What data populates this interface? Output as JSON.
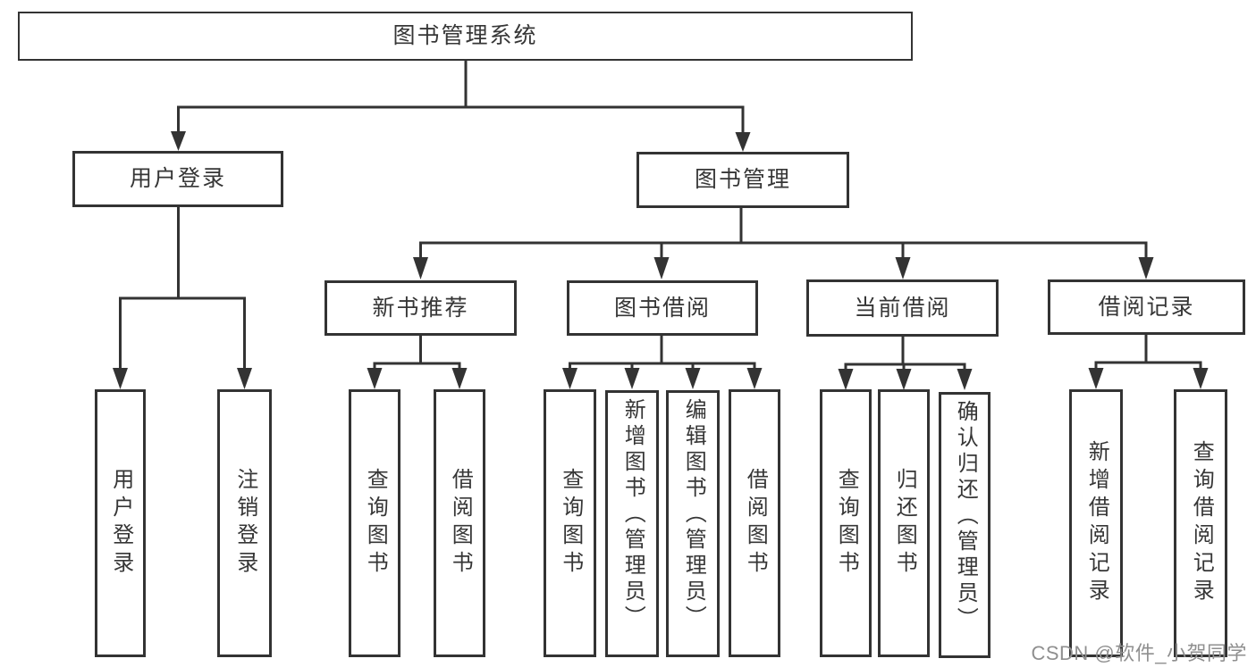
{
  "tree": {
    "label": "图书管理系统",
    "children": [
      {
        "label": "用户登录",
        "children": [
          {
            "label": "用户登录"
          },
          {
            "label": "注销登录"
          }
        ]
      },
      {
        "label": "图书管理",
        "children": [
          {
            "label": "新书推荐",
            "children": [
              {
                "label": "查询图书"
              },
              {
                "label": "借阅图书"
              }
            ]
          },
          {
            "label": "图书借阅",
            "children": [
              {
                "label": "查询图书"
              },
              {
                "label": "新增图书（管理员）"
              },
              {
                "label": "编辑图书（管理员）"
              },
              {
                "label": "借阅图书"
              }
            ]
          },
          {
            "label": "当前借阅",
            "children": [
              {
                "label": "查询图书"
              },
              {
                "label": "归还图书"
              },
              {
                "label": "确认归还（管理员）"
              }
            ]
          },
          {
            "label": "借阅记录",
            "children": [
              {
                "label": "新增借阅记录"
              },
              {
                "label": "查询借阅记录"
              }
            ]
          }
        ]
      }
    ]
  },
  "watermark": {
    "text": "CSDN @软件_小贺同学",
    "color": "#8f8f8f"
  },
  "colors": {
    "line": "#333333",
    "text": "#363636",
    "background": "#ffffff"
  }
}
